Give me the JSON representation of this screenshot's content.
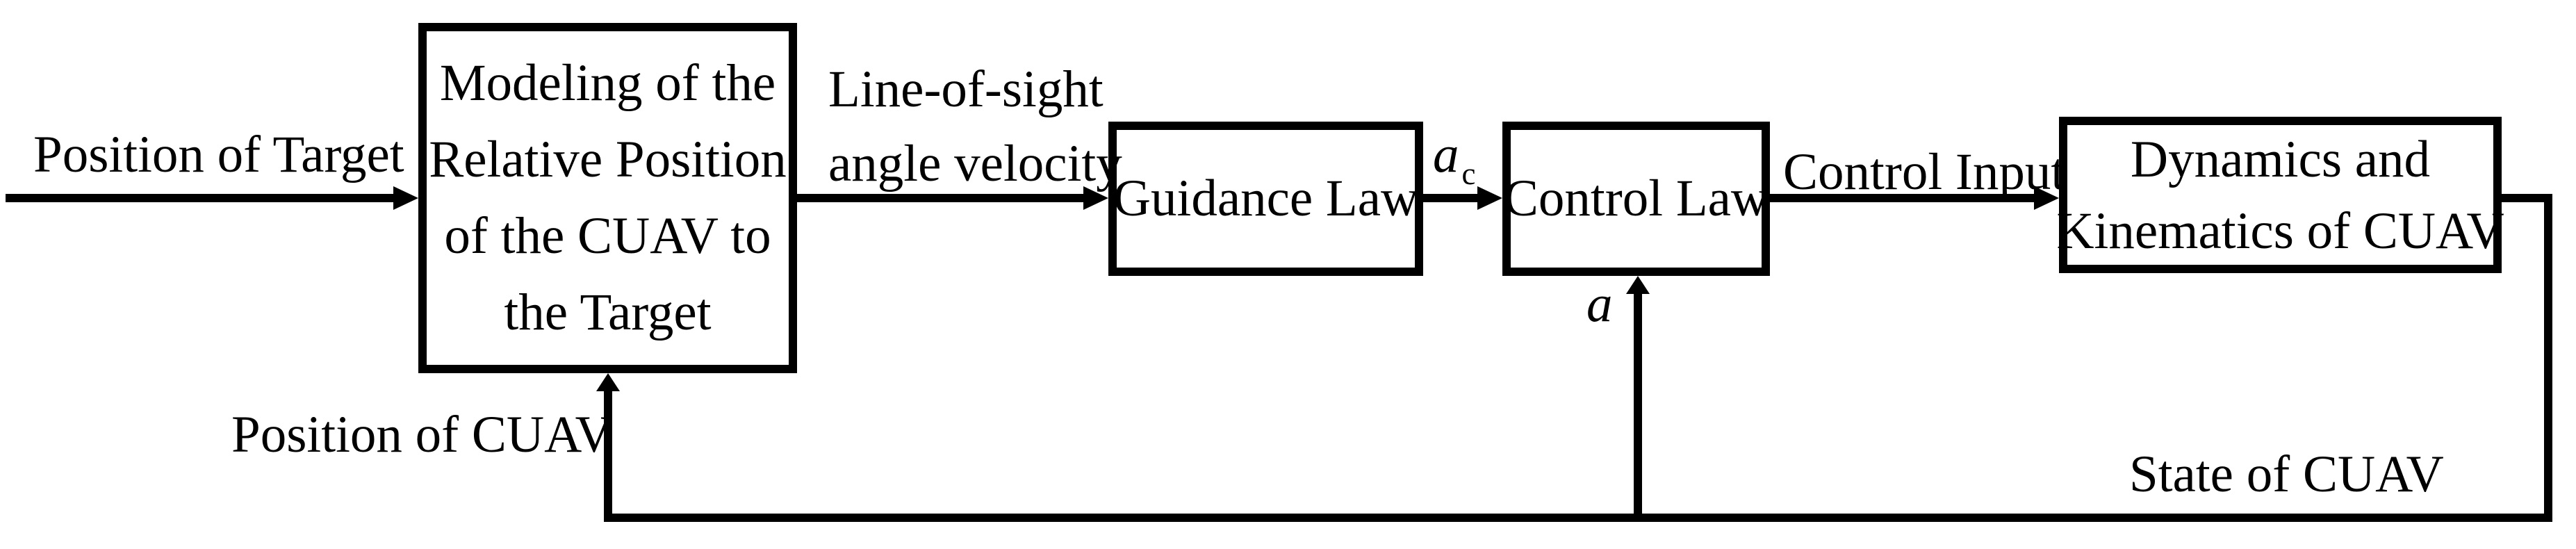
{
  "diagram": {
    "colors": {
      "ink": "#000000",
      "background": "#ffffff"
    },
    "blocks": [
      {
        "name": "modeling-block",
        "lines": [
          "Modeling of the",
          "Relative Position",
          "of the CUAV to",
          "the Target"
        ]
      },
      {
        "name": "guidance-block",
        "lines": [
          "Guidance Law"
        ]
      },
      {
        "name": "control-block",
        "lines": [
          "Control Law"
        ]
      },
      {
        "name": "dynamics-block",
        "lines": [
          "Dynamics and",
          "Kinematics of CUAV"
        ]
      }
    ],
    "labels": {
      "position_of_target": "Position of Target",
      "line_of_sight_1": "Line-of-sight",
      "line_of_sight_2": "angle velocity",
      "guidance_output_main": "a",
      "guidance_output_sub": "c",
      "control_input": "Control Input",
      "acceleration_feedback": "a",
      "position_of_cuav": "Position of CUAV",
      "state_of_cuav": "State of CUAV"
    }
  }
}
